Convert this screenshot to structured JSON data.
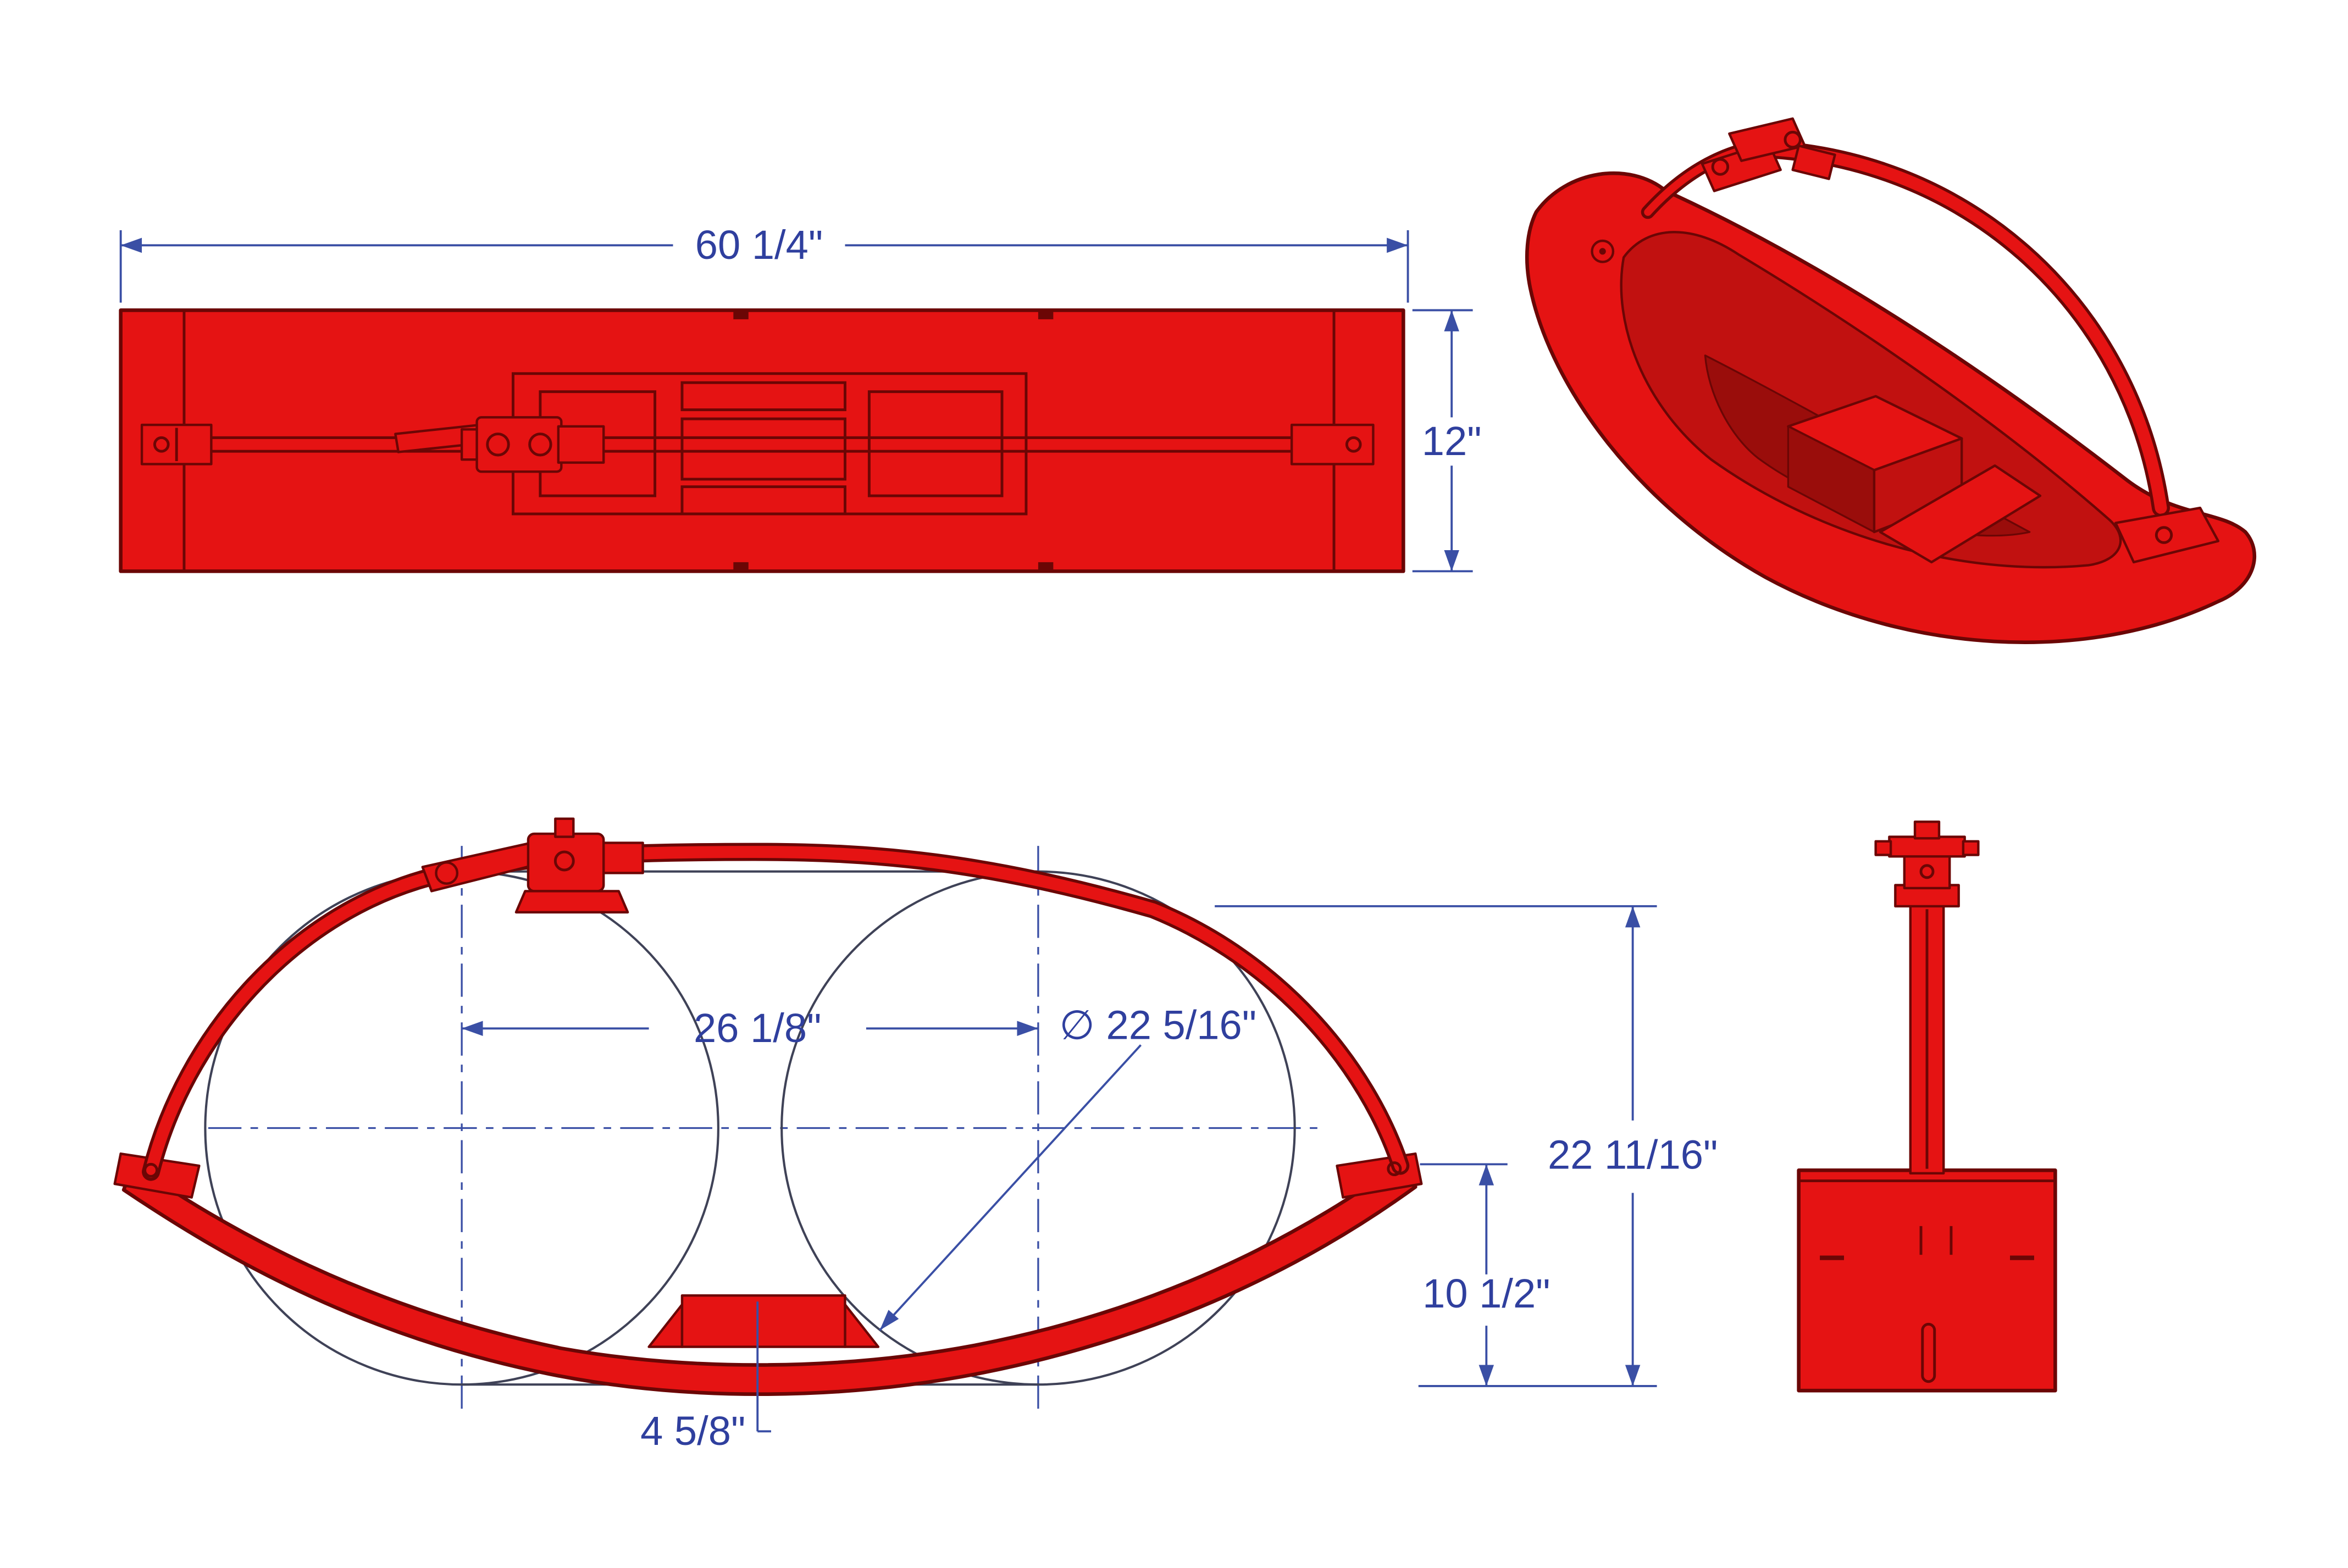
{
  "colors": {
    "part_red": "#e51313",
    "part_red_shade": "#c11110",
    "part_red_dark": "#9a0d0b",
    "part_outline": "#6b0605",
    "dimension_blue": "#3a4fa5",
    "text_blue": "#2f3f9e",
    "construction_line": "#3f4257"
  },
  "dims": {
    "overall_length": "60 1/4\"",
    "overall_depth": "12\"",
    "center_distance": "26 1/8\"",
    "tank_diameter": "∅ 22 5/16\"",
    "overall_height": "22 11/16\"",
    "cradle_height": "10 1/2\"",
    "foot_width": "4 5/8\""
  }
}
